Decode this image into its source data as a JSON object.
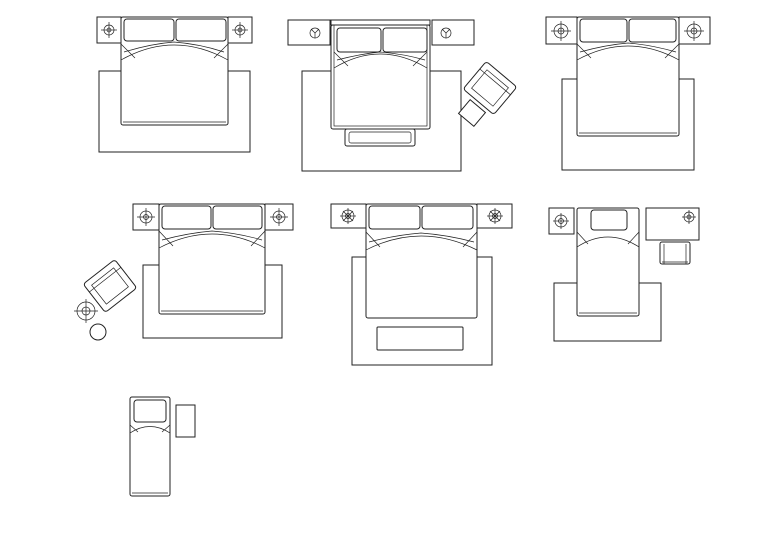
{
  "drawing": {
    "background": "#ffffff",
    "line_color": "#222222",
    "labels": []
  },
  "groups": [
    {
      "id": "bed-layout-1",
      "pillows": 2,
      "nightstands": 2,
      "extras": [
        "rug"
      ]
    },
    {
      "id": "bed-layout-2",
      "pillows": 2,
      "nightstands": 2,
      "extras": [
        "rug",
        "armchair",
        "footstool",
        "bench"
      ]
    },
    {
      "id": "bed-layout-3",
      "pillows": 2,
      "nightstands": 2,
      "extras": [
        "rug"
      ]
    },
    {
      "id": "bed-layout-4",
      "pillows": 2,
      "nightstands": 2,
      "extras": [
        "rug",
        "armchair",
        "lamp",
        "side-table"
      ]
    },
    {
      "id": "bed-layout-5",
      "pillows": 2,
      "nightstands": 2,
      "extras": [
        "rug",
        "bench"
      ]
    },
    {
      "id": "bed-layout-6",
      "pillows": 1,
      "nightstands": 1,
      "extras": [
        "rug",
        "desk",
        "chair"
      ]
    },
    {
      "id": "bed-layout-7",
      "pillows": 1,
      "nightstands": 0,
      "extras": [
        "side-table"
      ]
    }
  ]
}
